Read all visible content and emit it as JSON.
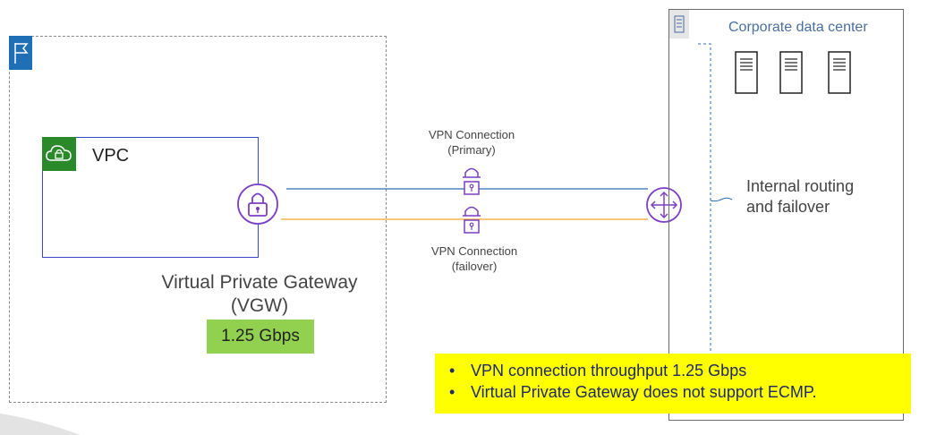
{
  "vpc": {
    "label": "VPC"
  },
  "vgw": {
    "label_line1": "Virtual Private Gateway",
    "label_line2": "(VGW)",
    "throughput_badge": "1.25 Gbps"
  },
  "vpn_primary": {
    "line1": "VPN Connection",
    "line2": "(Primary)"
  },
  "vpn_failover": {
    "line1": "VPN Connection",
    "line2": "(failover)"
  },
  "data_center": {
    "title": "Corporate data center",
    "routing_line1": "Internal routing",
    "routing_line2": "and failover"
  },
  "notes": [
    "VPN connection throughput 1.25 Gbps",
    "Virtual Private Gateway does not support ECMP."
  ],
  "colors": {
    "region_flag": "#1e6fb5",
    "vpc_border": "#3b47c9",
    "vpc_badge": "#2a8a2a",
    "gateway_purple": "#7b3fc4",
    "primary_line": "#2e6db4",
    "failover_line": "#f0a32e",
    "throughput_badge": "#92d050",
    "notes_background": "#ffff00"
  },
  "icons": {
    "region": "flag-icon",
    "vpc": "cloud-lock-icon",
    "vgw": "lock-icon",
    "vpn": "padlock-icon",
    "router": "router-arrows-icon",
    "server": "server-icon",
    "building": "building-icon"
  }
}
